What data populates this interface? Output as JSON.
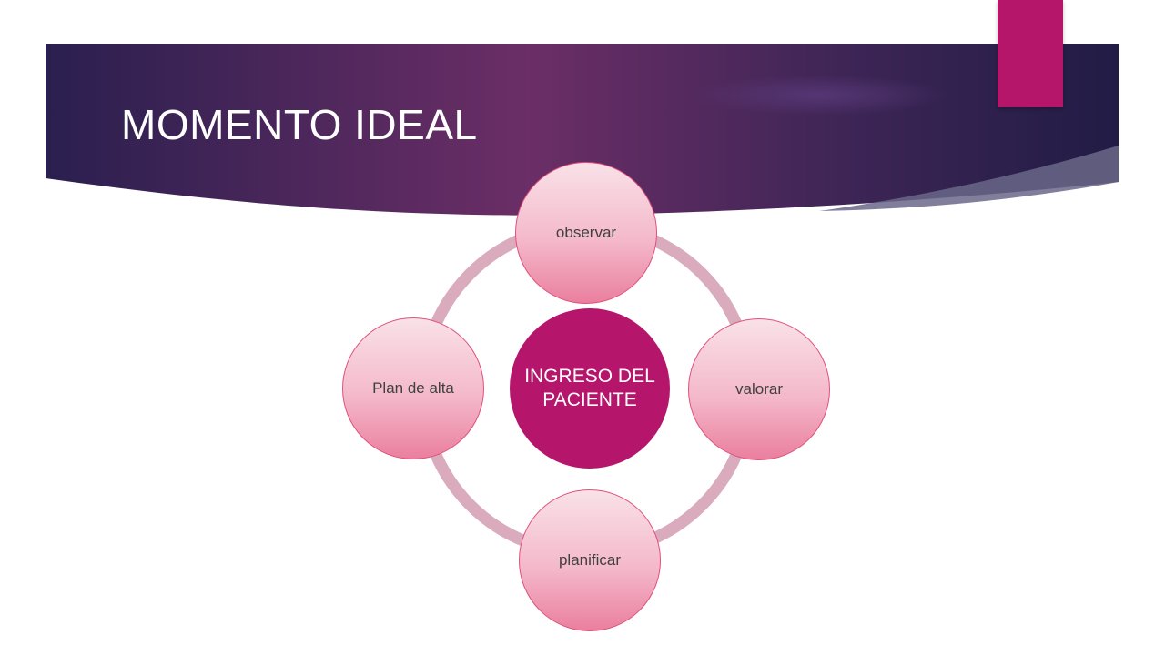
{
  "slide": {
    "title": "MOMENTO IDEAL"
  },
  "colors": {
    "banner_dark": "#2a1f4f",
    "banner_mid": "#6b2e66",
    "accent": "#b5166a",
    "ring": "#d9abbd",
    "node_border": "#e0507a",
    "node_text": "#404040"
  },
  "diagram": {
    "center": {
      "label": "INGRESO DEL PACIENTE"
    },
    "nodes": [
      {
        "label": "observar"
      },
      {
        "label": "valorar"
      },
      {
        "label": "planificar"
      },
      {
        "label": "Plan de alta"
      }
    ]
  }
}
